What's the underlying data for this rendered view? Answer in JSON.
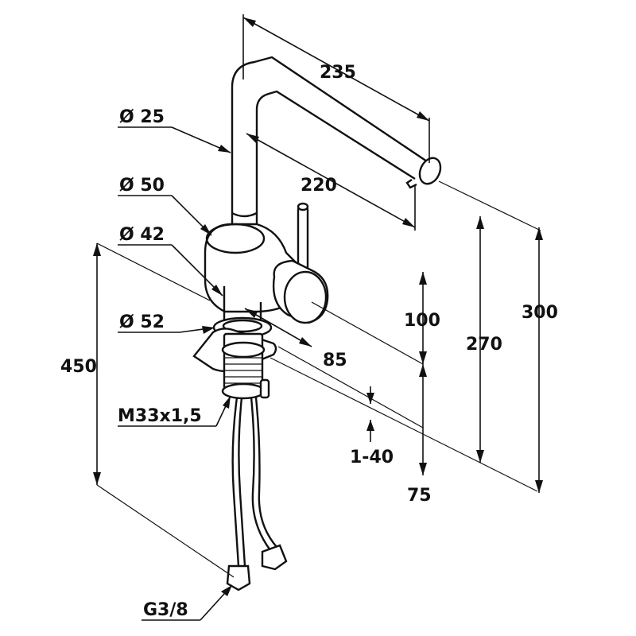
{
  "drawing": {
    "subject": "faucet dimension drawing",
    "labels": {
      "spout_reach_outer": "235",
      "spout_reach_inner": "220",
      "spout_diameter": "Ø 25",
      "body_diameter": "Ø 50",
      "base_diameter": "Ø 42",
      "flange_diameter": "Ø 52",
      "thread": "M33x1,5",
      "hose_connection": "G3/8",
      "total_length": "450",
      "lever_height": "100",
      "outlet_height": "270",
      "total_height": "300",
      "body_offset": "85",
      "deck_thickness": "1-40",
      "base_height": "75"
    }
  }
}
